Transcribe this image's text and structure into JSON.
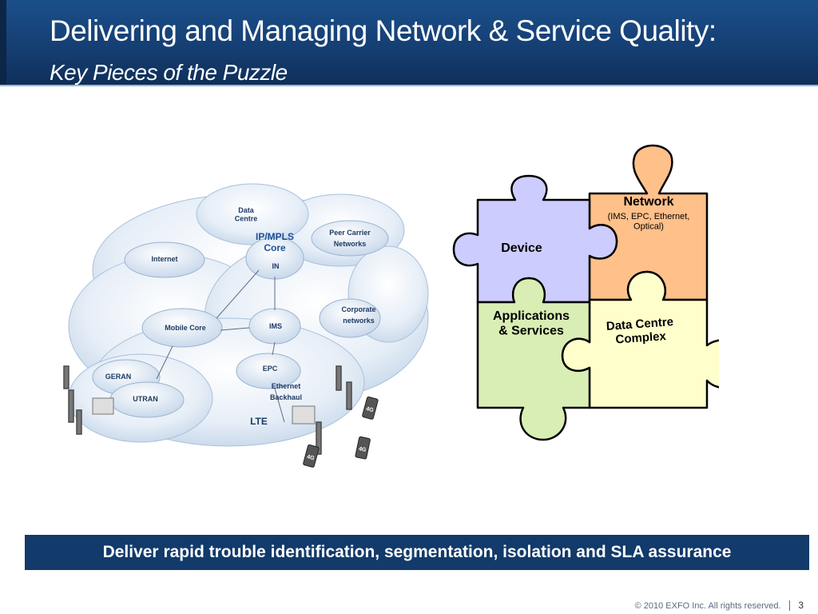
{
  "header": {
    "title": "Delivering and Managing Network & Service Quality:",
    "subtitle": "Key Pieces of the Puzzle"
  },
  "network_diagram": {
    "labels": {
      "data_centre": "Data\nCentre",
      "ip_mpls_core": "IP/MPLS\nCore",
      "in": "IN",
      "peer_carrier": "Peer Carrier\nNetworks",
      "internet": "Internet",
      "corporate": "Corporate\nnetworks",
      "mobile_core": "Mobile Core",
      "ims": "IMS",
      "epc": "EPC",
      "geran": "GERAN",
      "utran": "UTRAN",
      "ethernet_backhaul": "Ethernet\nBackhaul",
      "lte": "LTE",
      "handset_badge": "4G"
    }
  },
  "puzzle": {
    "network_title": "Network",
    "network_detail": "(IMS, EPC, Ethernet,\nOptical)",
    "device": "Device",
    "applications": "Applications\n& Services",
    "data_centre": "Data Centre\nComplex"
  },
  "colors": {
    "header_blue": "#153f73",
    "device_piece": "#ccccff",
    "network_piece": "#ffc08a",
    "applications_piece": "#d9eeb4",
    "datacentre_piece": "#ffffcc",
    "banner": "#123a6a"
  },
  "banner": {
    "text": "Deliver rapid trouble identification, segmentation, isolation and SLA assurance"
  },
  "footer": {
    "copyright": "© 2010 EXFO Inc. All rights reserved.",
    "separator": "|",
    "page_number": "3"
  }
}
